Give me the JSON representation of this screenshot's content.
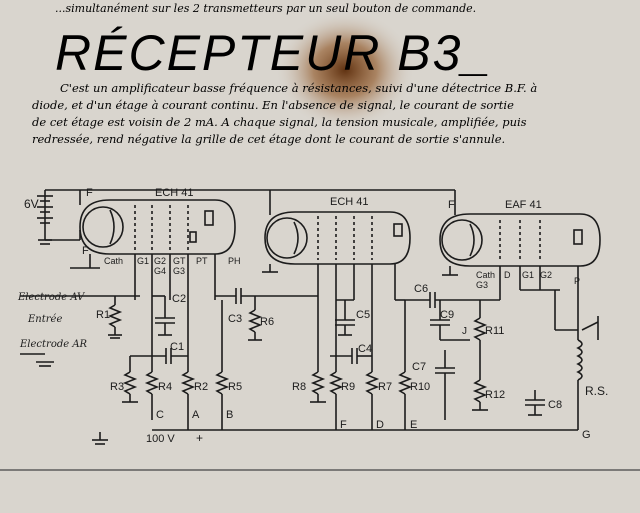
{
  "header": {
    "top_line": "...simultanément sur les 2 transmetteurs par un seul bouton de commande.",
    "title": "RÉCEPTEUR B3_"
  },
  "description": {
    "lines": [
      "C'est un amplificateur basse fréquence à résistances, suivi d'une détectrice B.F. à",
      "diode, et d'un étage à courant continu. En l'absence de signal, le courant de sortie",
      "de cet étage est voisin de 2 mA. A chaque signal, la tension musicale, amplifiée, puis",
      "redressée, rend négative la grille de cet étage dont le courant de sortie s'annule."
    ]
  },
  "tubes": [
    {
      "name": "ECH 41",
      "pins": [
        "Cath",
        "G1",
        "G2",
        "G4",
        "GT",
        "G3",
        "PT",
        "PH"
      ],
      "cath_label": "Cath"
    },
    {
      "name": "ECH 41"
    },
    {
      "name": "EAF 41",
      "pins": [
        "Cath",
        "G3",
        "D",
        "G1",
        "G2",
        "P"
      ]
    }
  ],
  "labels": {
    "battery": "6V",
    "f1": "F",
    "f2": "F",
    "f3": "F",
    "electrode_av": "Electrode AV",
    "entree": "Entrée",
    "electrode_ar": "Electrode AR",
    "supply": "100 V",
    "plus": "+",
    "relay": "R.S.",
    "j": "J"
  },
  "components": {
    "resistors": [
      "R1",
      "R2",
      "R3",
      "R4",
      "R5",
      "R6",
      "R7",
      "R8",
      "R9",
      "R10",
      "R11",
      "R12"
    ],
    "capacitors": [
      "C1",
      "C2",
      "C3",
      "C4",
      "C5",
      "C6",
      "C7",
      "C8",
      "C9"
    ]
  },
  "terminals": [
    "A",
    "B",
    "C",
    "D",
    "E",
    "F",
    "G"
  ],
  "colors": {
    "paper": "#d9d5ce",
    "ink": "#1c1c1c",
    "burn": "#6b3a12"
  }
}
